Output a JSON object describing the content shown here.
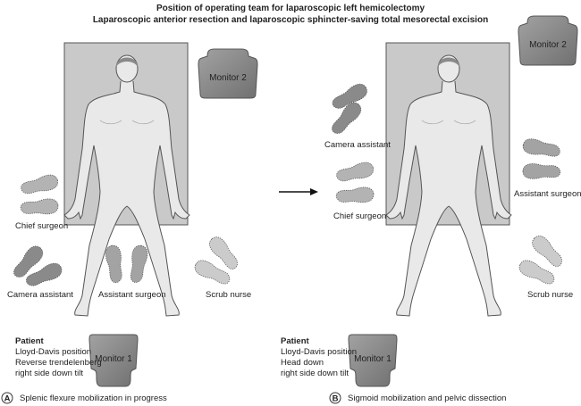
{
  "title": {
    "line1": "Position of operating team for laparoscopic left hemicolectomy",
    "line2": "Laparoscopic anterior resection and laparoscopic sphincter-saving total mesorectal excision"
  },
  "panel_a": {
    "letter": "A",
    "caption": "Splenic flexure mobilization in progress",
    "monitor1": "Monitor 1",
    "monitor2": "Monitor 2",
    "roles": {
      "chief_surgeon": "Chief surgeon",
      "camera_assistant": "Camera assistant",
      "assistant_surgeon": "Assistant surgeon",
      "scrub_nurse": "Scrub nurse"
    },
    "patient": {
      "heading": "Patient",
      "lines": [
        "Lloyd-Davis position",
        "Reverse trendelenberg",
        "right side down tilt"
      ]
    }
  },
  "panel_b": {
    "letter": "B",
    "caption": "Sigmoid mobilization and pelvic dissection",
    "monitor1": "Monitor 1",
    "monitor2": "Monitor 2",
    "roles": {
      "camera_assistant": "Camera assistant",
      "chief_surgeon": "Chief surgeon",
      "assistant_surgeon": "Assistant surgeon",
      "scrub_nurse": "Scrub nurse"
    },
    "patient": {
      "heading": "Patient",
      "lines": [
        "Lloyd-Davis position",
        "Head down",
        "right side down tilt"
      ]
    }
  },
  "colors": {
    "table": "#c9c9c9",
    "body": "#e9e9e9",
    "monitor": "#8c8c8c",
    "chief_feet": "#b3b3b3",
    "camera_feet": "#8a8a8a",
    "assistant_feet": "#a3a3a3",
    "scrub_feet": "#cbcbcb"
  }
}
